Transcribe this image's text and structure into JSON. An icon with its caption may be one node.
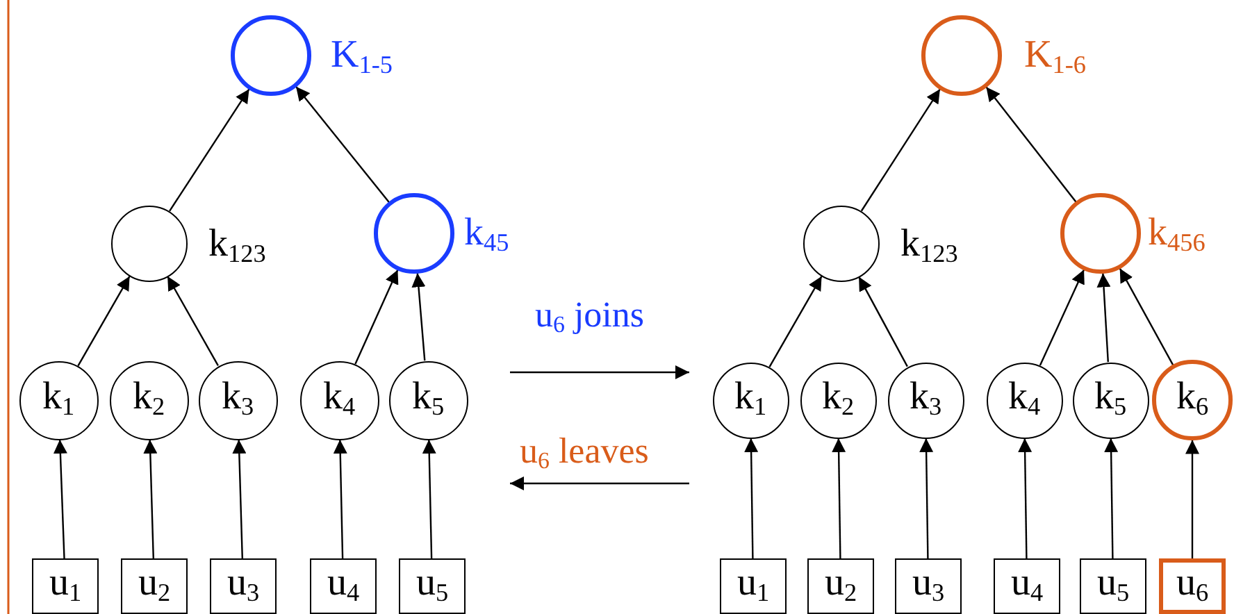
{
  "diagram": {
    "nodes": [
      {
        "text": [],
        "shape": "circle",
        "beside": [
          "K$_{1-5}$"
        ]
      },
      {
        "text": [],
        "shape": "circle",
        "beside": [
          "k$_{123}$"
        ]
      },
      {
        "text": [],
        "shape": "circle",
        "beside": [
          "k$_{45}$"
        ]
      },
      {
        "text": [
          "k$_{1}$"
        ]
      },
      {
        "text": [
          "k$_{2}$"
        ]
      },
      {
        "text": [
          "k$_{3}$"
        ]
      },
      {
        "text": [
          "k$_{4}$"
        ]
      },
      {
        "text": [
          "k$_{5}$"
        ]
      },
      {
        "text": [
          "u$_{1}$"
        ]
      },
      {
        "text": [
          "u$_{2}$"
        ]
      },
      {
        "text": [
          "u$_{3}$"
        ]
      },
      {
        "text": [
          "u$_{4}$"
        ]
      },
      {
        "text": [
          "u$_{5}$"
        ]
      },
      {
        "text": [],
        "shape": "circle",
        "beside": [
          "K$_{1-6}$"
        ]
      },
      {
        "text": [],
        "shape": "circle",
        "beside": [
          "k$_{123}$"
        ]
      },
      {
        "text": [],
        "shape": "circle",
        "beside": [
          "k$_{456}$"
        ]
      },
      {
        "text": [
          "k$_{1}$"
        ]
      },
      {
        "text": [
          "k$_{2}$"
        ]
      },
      {
        "text": [
          "k$_{3}$"
        ]
      },
      {
        "text": [
          "k$_{4}$"
        ]
      },
      {
        "text": [
          "k$_{5}$"
        ]
      },
      {
        "text": [
          "k$_{6}$"
        ]
      },
      {
        "text": [
          "u$_{1}$"
        ]
      },
      {
        "text": [
          "u$_{2}$"
        ]
      },
      {
        "text": [
          "u$_{3}$"
        ]
      },
      {
        "text": [
          "u$_{4}$"
        ]
      },
      {
        "text": [
          "u$_{5}$"
        ]
      },
      {
        "text": [
          "u$_{6}$"
        ]
      }
    ],
    "edges": [
      {
        "from": 8,
        "to": 3,
        "arrow": "to"
      },
      {
        "from": 9,
        "to": 4,
        "arrow": "to"
      },
      {
        "from": 10,
        "to": 5,
        "arrow": "to"
      },
      {
        "from": 11,
        "to": 6,
        "arrow": "to"
      },
      {
        "from": 12,
        "to": 7,
        "arrow": "to"
      },
      {
        "from": 3,
        "to": 1,
        "arrow": "to"
      },
      {
        "from": 5,
        "to": 1,
        "arrow": "to"
      },
      {
        "from": 6,
        "to": 2,
        "arrow": "to"
      },
      {
        "from": 7,
        "to": 2,
        "arrow": "to"
      },
      {
        "from": 1,
        "to": 0,
        "arrow": "to"
      },
      {
        "from": 2,
        "to": 0,
        "arrow": "to"
      },
      {
        "from": 22,
        "to": 16,
        "arrow": "to"
      },
      {
        "from": 23,
        "to": 17,
        "arrow": "to"
      },
      {
        "from": 24,
        "to": 18,
        "arrow": "to"
      },
      {
        "from": 25,
        "to": 19,
        "arrow": "to"
      },
      {
        "from": 26,
        "to": 20,
        "arrow": "to"
      },
      {
        "from": 27,
        "to": 21,
        "arrow": "to"
      },
      {
        "from": 16,
        "to": 14,
        "arrow": "to"
      },
      {
        "from": 18,
        "to": 14,
        "arrow": "to"
      },
      {
        "from": 19,
        "to": 15,
        "arrow": "to"
      },
      {
        "from": 20,
        "to": 15,
        "arrow": "to"
      },
      {
        "from": 21,
        "to": 15,
        "arrow": "to"
      },
      {
        "from": 14,
        "to": 13,
        "arrow": "to"
      },
      {
        "from": 15,
        "to": 13,
        "arrow": "to"
      }
    ],
    "labels": [
      "u$_{6}$ joins",
      "u$_{6}$ leaves"
    ]
  }
}
